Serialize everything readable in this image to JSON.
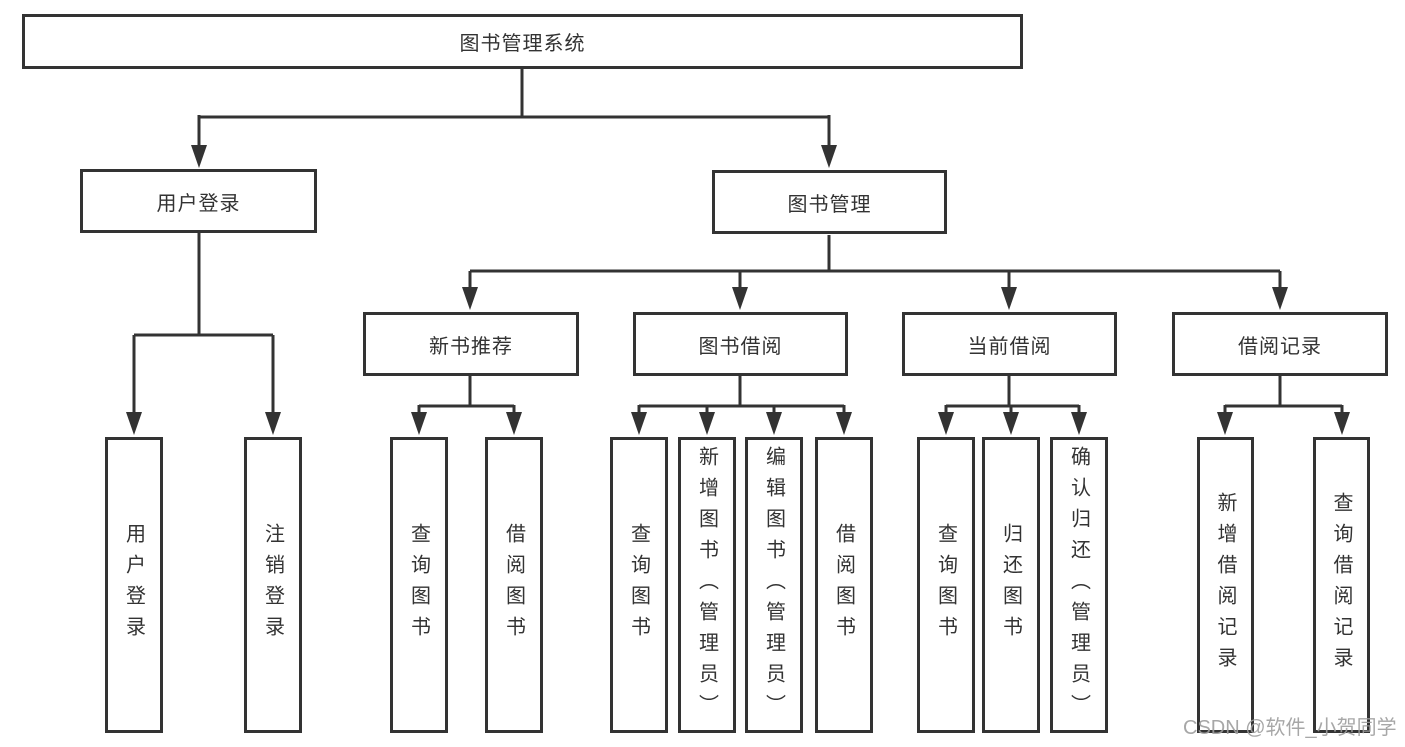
{
  "tree": {
    "label": "图书管理系统",
    "children": [
      {
        "label": "用户登录",
        "children": [
          {
            "label": "用户登录"
          },
          {
            "label": "注销登录"
          }
        ]
      },
      {
        "label": "图书管理",
        "children": [
          {
            "label": "新书推荐",
            "children": [
              {
                "label": "查询图书"
              },
              {
                "label": "借阅图书"
              }
            ]
          },
          {
            "label": "图书借阅",
            "children": [
              {
                "label": "查询图书"
              },
              {
                "label": "新增图书（管理员）"
              },
              {
                "label": "编辑图书（管理员）"
              },
              {
                "label": "借阅图书"
              }
            ]
          },
          {
            "label": "当前借阅",
            "children": [
              {
                "label": "查询图书"
              },
              {
                "label": "归还图书"
              },
              {
                "label": "确认归还（管理员）"
              }
            ]
          },
          {
            "label": "借阅记录",
            "children": [
              {
                "label": "新增借阅记录"
              },
              {
                "label": "查询借阅记录"
              }
            ]
          }
        ]
      }
    ]
  },
  "watermark": {
    "text": "CSDN @软件_小贺同学"
  },
  "colors": {
    "line": "#333333",
    "text": "#333333",
    "watermark": "#9e9e9e",
    "bg": "#ffffff"
  }
}
